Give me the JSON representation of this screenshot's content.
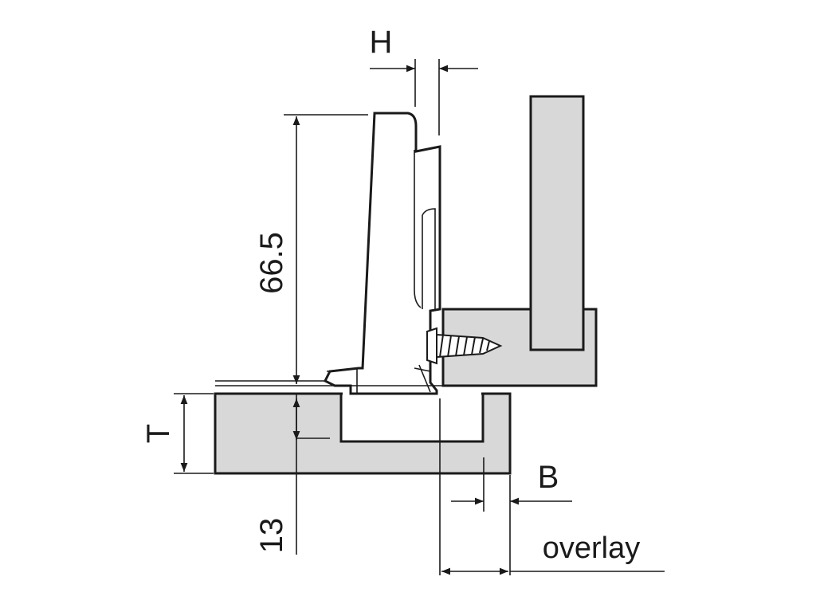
{
  "colors": {
    "panel_fill": "#d8d8d8",
    "line": "#1a1a1a",
    "background": "#ffffff"
  },
  "dimensions": {
    "hinge_height": "66.5",
    "gap_h": "H",
    "door_thickness": "T",
    "cup_offset": "13",
    "boring_distance": "B",
    "overlay": "overlay"
  }
}
